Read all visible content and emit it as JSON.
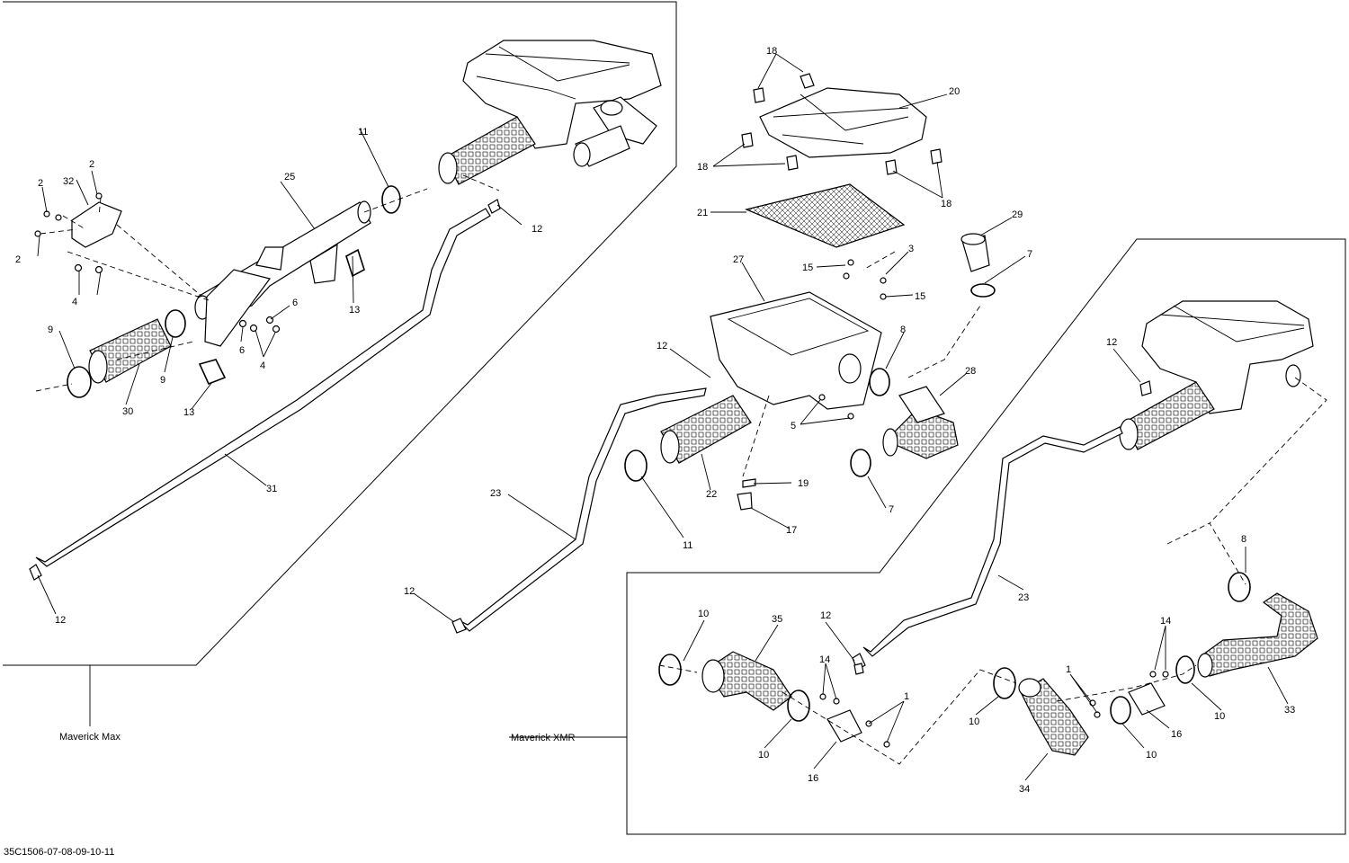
{
  "figure_code": "35C1506-07-08-09-10-11",
  "captions": {
    "max": "Maverick Max",
    "xmr": "Maverick XMR"
  },
  "callouts": {
    "c1a": "1",
    "c1b": "1",
    "c2a": "2",
    "c2b": "2",
    "c2c": "2",
    "c3": "3",
    "c4a": "4",
    "c4b": "4",
    "c5": "5",
    "c6a": "6",
    "c6b": "6",
    "c7a": "7",
    "c7b": "7",
    "c8a": "8",
    "c8b": "8",
    "c9a": "9",
    "c9b": "9",
    "c10a": "10",
    "c10b": "10",
    "c10c": "10",
    "c10d": "10",
    "c10e": "10",
    "c11a": "11",
    "c11b": "11",
    "c12a": "12",
    "c12b": "12",
    "c12c": "12",
    "c12d": "12",
    "c12e": "12",
    "c12f": "12",
    "c13a": "13",
    "c13b": "13",
    "c14a": "14",
    "c14b": "14",
    "c15a": "15",
    "c15b": "15",
    "c16a": "16",
    "c16b": "16",
    "c17": "17",
    "c18a": "18",
    "c18b": "18",
    "c18c": "18",
    "c19": "19",
    "c20": "20",
    "c21": "21",
    "c22": "22",
    "c23a": "23",
    "c23b": "23",
    "c25": "25",
    "c27": "27",
    "c28": "28",
    "c29": "29",
    "c30": "30",
    "c31": "31",
    "c32": "32",
    "c33": "33",
    "c34": "34",
    "c35": "35"
  }
}
